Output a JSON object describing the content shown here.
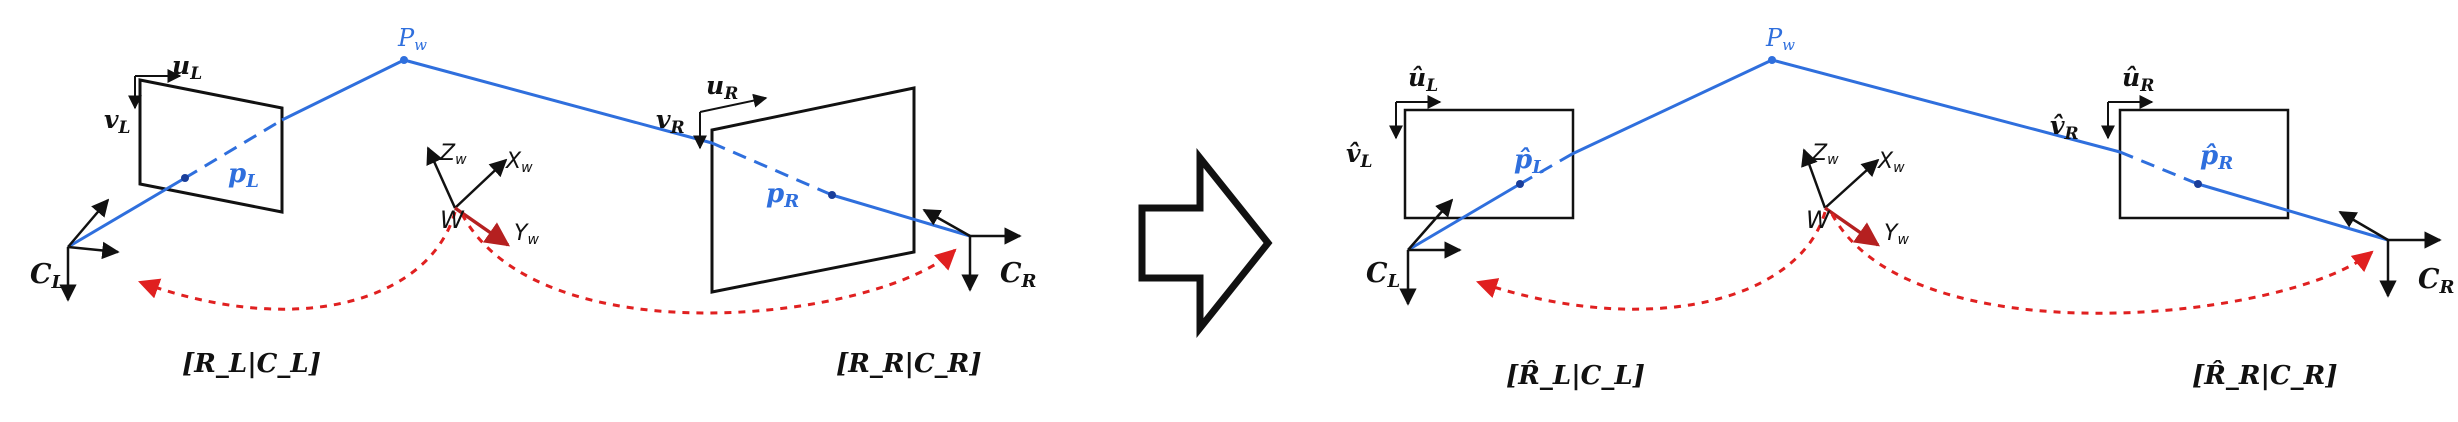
{
  "left": {
    "point_w": "P",
    "point_w_sub": "w",
    "image_u": "u",
    "image_u_sub": "L",
    "image_v": "v",
    "image_v_sub": "L",
    "proj_p": "p",
    "proj_p_sub": "L",
    "image_u_r": "u",
    "image_u_r_sub": "R",
    "image_v_r": "v",
    "image_v_r_sub": "R",
    "proj_p_r": "p",
    "proj_p_r_sub": "R",
    "world_origin": "W",
    "axis_x": "X",
    "axis_y": "Y",
    "axis_z": "Z",
    "axis_sub": "w",
    "cam_left": "C",
    "cam_left_sub": "L",
    "cam_right": "C",
    "cam_right_sub": "R",
    "pose_left": "[R_L|C_L]",
    "pose_right": "[R_R|C_R]"
  },
  "right": {
    "point_w": "P",
    "point_w_sub": "w",
    "image_u": "û",
    "image_u_sub": "L",
    "image_v": "v̂",
    "image_v_sub": "L",
    "proj_p": "p̂",
    "proj_p_sub": "L",
    "image_u_r": "û",
    "image_u_r_sub": "R",
    "image_v_r": "v̂",
    "image_v_r_sub": "R",
    "proj_p_r": "p̂",
    "proj_p_r_sub": "R",
    "world_origin": "W",
    "axis_x": "X",
    "axis_y": "Y",
    "axis_z": "Z",
    "axis_sub": "w",
    "cam_left": "C",
    "cam_left_sub": "L",
    "cam_right": "C",
    "cam_right_sub": "R",
    "pose_left": "[R̂_L|C_L]",
    "pose_right": "[R̂_R|C_R]"
  },
  "colors": {
    "ray": "#2f6fdd",
    "arc": "#e02020",
    "ink": "#111111",
    "y_axis": "#b52020"
  },
  "icons": {
    "transform_arrow": "right-arrow-outline-icon"
  }
}
